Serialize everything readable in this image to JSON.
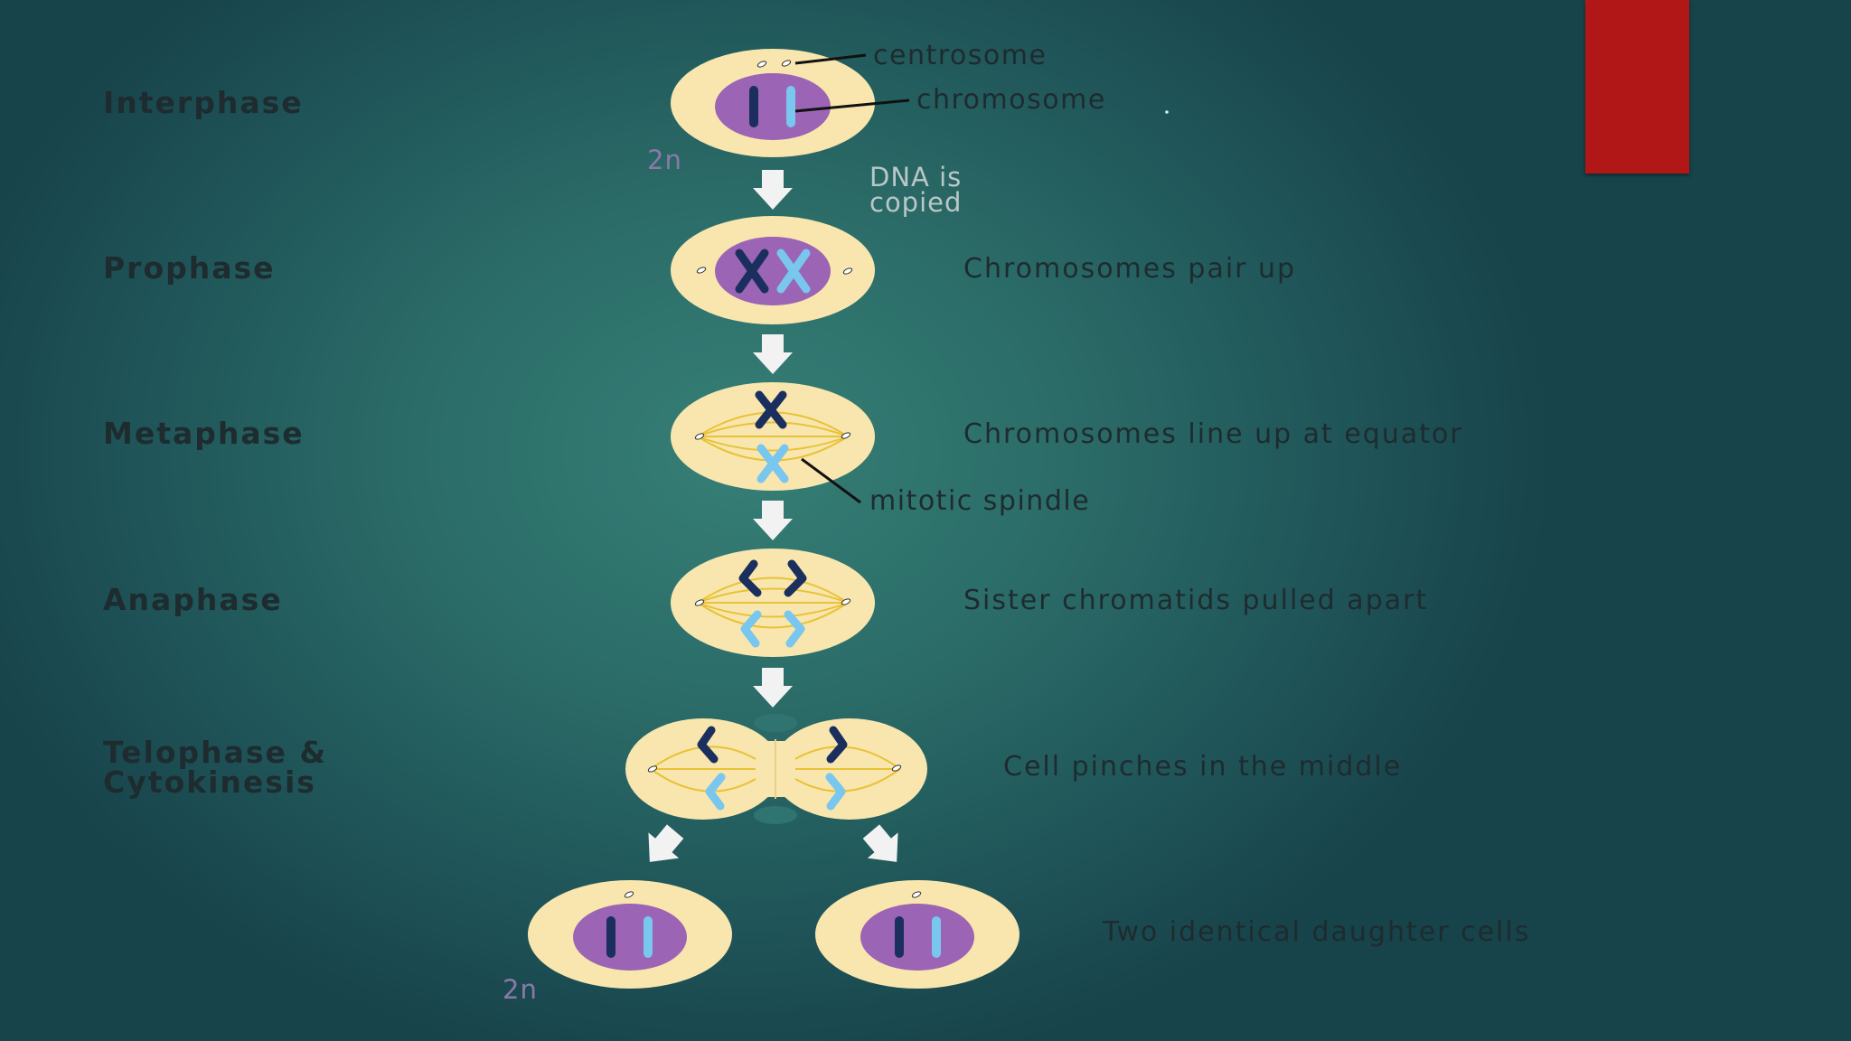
{
  "stages": [
    {
      "name": "Interphase"
    },
    {
      "name": "Prophase",
      "description": "Chromosomes pair up"
    },
    {
      "name": "Metaphase",
      "description": "Chromosomes line up at equator"
    },
    {
      "name": "Anaphase",
      "description": "Sister chromatids pulled apart"
    },
    {
      "name": "Telophase &",
      "name_line2": "Cytokinesis",
      "description": "Cell pinches in the middle"
    },
    {
      "description": "Two identical daughter cells"
    }
  ],
  "callouts": {
    "centrosome": "centrosome",
    "chromosome": "chromosome",
    "mitotic_spindle": "mitotic spindle",
    "dna_line1": "DNA is",
    "dna_line2": "copied"
  },
  "ploidy": {
    "top": "2n",
    "bottom": "2n"
  },
  "colors": {
    "cell": "#f8e6ae",
    "nucleus": "#9b64b4",
    "chromosome_dark": "#1b2f5e",
    "chromosome_light": "#79c6ee",
    "spindle": "#e8c237",
    "arrow": "#f2f2f2",
    "accent": "#b01716"
  }
}
